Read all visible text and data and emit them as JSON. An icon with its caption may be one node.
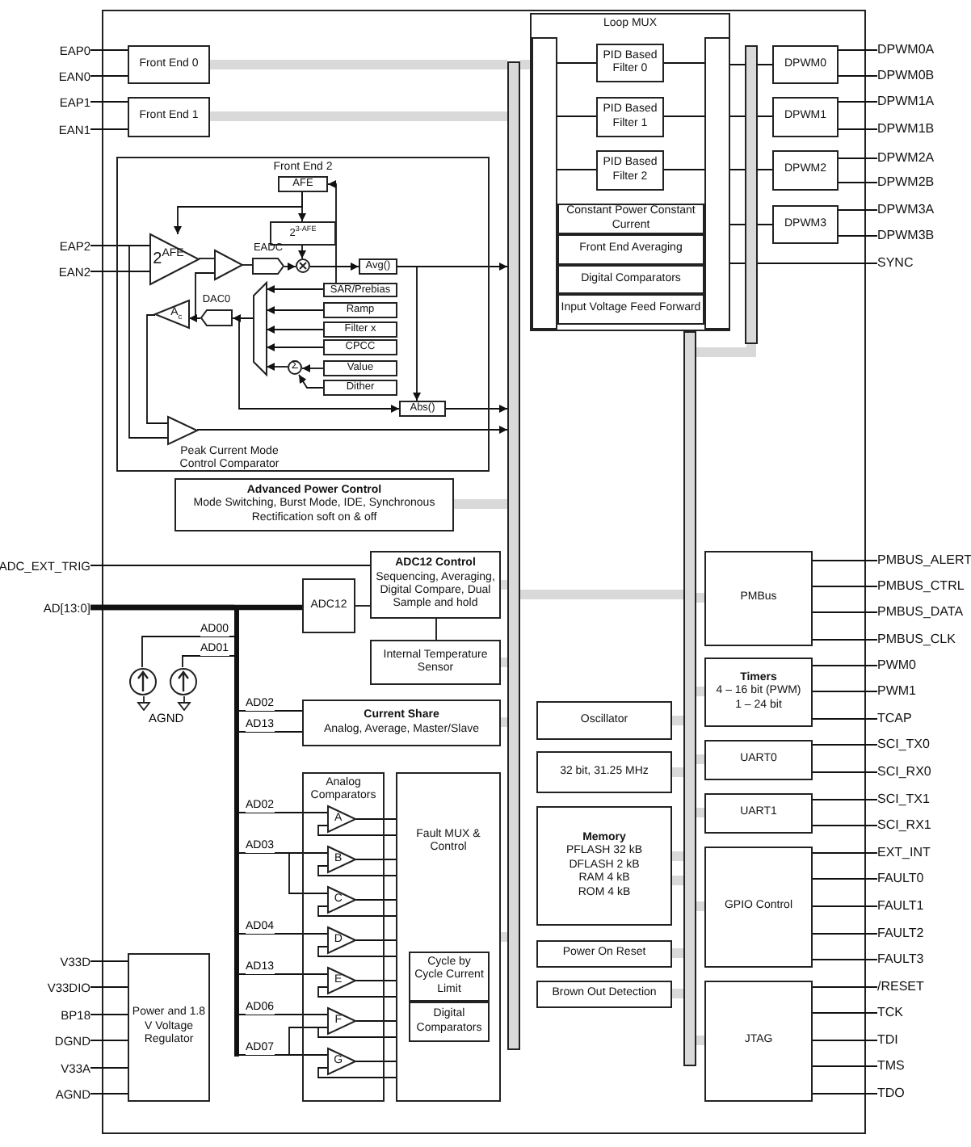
{
  "diagram": {
    "nodes": [
      {
        "text": [
          "EAP0"
        ]
      },
      {
        "text": [
          "EAN0"
        ]
      },
      {
        "text": [
          "EAP1"
        ]
      },
      {
        "text": [
          "EAN1"
        ]
      },
      {
        "text": [
          "Front End 0"
        ]
      },
      {
        "text": [
          "Front End 1"
        ]
      },
      {
        "text": [
          "Front End 2"
        ]
      },
      {
        "text": [
          "AFE"
        ],
        "in": 6
      },
      {
        "text": [
          "2$^{3-AFE}$"
        ],
        "in": 6
      },
      {
        "text": [
          "EAP2"
        ]
      },
      {
        "text": [
          "EAN2"
        ]
      },
      {
        "text": [
          "2$^{AFE}$"
        ],
        "in": 6
      },
      {
        "text": [],
        "shape": "triangle",
        "in": 6
      },
      {
        "text": [
          "EADC"
        ],
        "in": 6
      },
      {
        "text": [],
        "shape": "circle",
        "in": 6
      },
      {
        "text": [
          "Avg()"
        ],
        "in": 6
      },
      {
        "text": [
          "SAR/Prebias"
        ],
        "in": 6
      },
      {
        "text": [
          "Ramp"
        ],
        "in": 6
      },
      {
        "text": [
          "Filter x"
        ],
        "in": 6
      },
      {
        "text": [
          "CPCC"
        ],
        "in": 6
      },
      {
        "text": [
          "Value"
        ],
        "in": 6
      },
      {
        "text": [
          "Dither"
        ],
        "in": 6
      },
      {
        "text": [
          "Σ"
        ],
        "in": 6
      },
      {
        "text": [],
        "shape": "trapezoid",
        "in": 6
      },
      {
        "text": [
          "DAC0"
        ],
        "in": 6
      },
      {
        "text": [
          "A$_{c}$"
        ],
        "in": 6
      },
      {
        "text": [
          "Abs()"
        ],
        "in": 6
      },
      {
        "text": [],
        "shape": "triangle",
        "in": 6,
        "beside": [
          "Peak Current Mode Control Comparator"
        ]
      },
      {
        "text": [
          "Advanced Power Control",
          "Mode Switching, Burst Mode, IDE, Synchronous Rectification soft on & off"
        ]
      },
      {
        "text": [
          "Loop MUX"
        ]
      },
      {
        "text": [],
        "shape": "bar",
        "in": 29
      },
      {
        "text": [
          "PID Based Filter 0"
        ],
        "in": 29
      },
      {
        "text": [
          "PID Based Filter 1"
        ],
        "in": 29
      },
      {
        "text": [
          "PID Based Filter 2"
        ],
        "in": 29
      },
      {
        "text": [],
        "shape": "bar",
        "in": 29
      },
      {
        "text": [
          "Constant Power Constant Current"
        ],
        "in": 29
      },
      {
        "text": [
          "Front End Averaging"
        ],
        "in": 29
      },
      {
        "text": [
          "Digital Comparators"
        ],
        "in": 29
      },
      {
        "text": [
          "Input Voltage Feed Forward"
        ],
        "in": 29
      },
      {
        "text": [],
        "shape": "bar"
      },
      {
        "text": [
          "DPWM0"
        ]
      },
      {
        "text": [
          "DPWM1"
        ]
      },
      {
        "text": [
          "DPWM2"
        ]
      },
      {
        "text": [
          "DPWM3"
        ]
      },
      {
        "text": [
          "DPWM0A"
        ]
      },
      {
        "text": [
          "DPWM0B"
        ]
      },
      {
        "text": [
          "DPWM1A"
        ]
      },
      {
        "text": [
          "DPWM1B"
        ]
      },
      {
        "text": [
          "DPWM2A"
        ]
      },
      {
        "text": [
          "DPWM2B"
        ]
      },
      {
        "text": [
          "DPWM3A"
        ]
      },
      {
        "text": [
          "DPWM3B"
        ]
      },
      {
        "text": [
          "SYNC"
        ]
      },
      {
        "text": [
          "ADC_EXT_TRIG"
        ]
      },
      {
        "text": [
          "AD[13:0]"
        ]
      },
      {
        "text": [
          "ADC12"
        ]
      },
      {
        "text": [
          "ADC12 Control",
          "Sequencing, Averaging, Digital Compare, Dual Sample and hold"
        ]
      },
      {
        "text": [
          "Internal Temperature Sensor"
        ]
      },
      {
        "text": [],
        "shape": "bar"
      },
      {
        "text": [],
        "shape": "circle"
      },
      {
        "text": [],
        "shape": "circle"
      },
      {
        "text": [
          "Current Share",
          "Analog, Average, Master/Slave"
        ]
      },
      {
        "text": [
          "Analog Comparators"
        ]
      },
      {
        "text": [
          "A"
        ],
        "in": 62
      },
      {
        "text": [
          "B"
        ],
        "in": 62
      },
      {
        "text": [
          "C"
        ],
        "in": 62
      },
      {
        "text": [
          "D"
        ],
        "in": 62
      },
      {
        "text": [
          "E"
        ],
        "in": 62
      },
      {
        "text": [
          "F"
        ],
        "in": 62
      },
      {
        "text": [
          "G"
        ],
        "in": 62
      },
      {
        "text": [
          "Fault MUX & Control"
        ]
      },
      {
        "text": [
          "Cycle by Cycle Current Limit"
        ],
        "in": 70
      },
      {
        "text": [
          "Digital Comparators"
        ],
        "in": 70
      },
      {
        "text": [
          "Power and 1.8 V Voltage Regulator"
        ]
      },
      {
        "text": [
          "V33D"
        ]
      },
      {
        "text": [
          "V33DIO"
        ]
      },
      {
        "text": [
          "BP18"
        ]
      },
      {
        "text": [
          "DGND"
        ]
      },
      {
        "text": [
          "V33A"
        ]
      },
      {
        "text": [
          "AGND"
        ]
      },
      {
        "text": [
          "Oscillator"
        ]
      },
      {
        "text": [
          "32 bit, 31.25 MHz"
        ]
      },
      {
        "text": [
          "Memory",
          "PFLASH 32 kB",
          "DFLASH 2 kB",
          "RAM 4 kB",
          "ROM 4 kB"
        ]
      },
      {
        "text": [
          "Power On Reset"
        ]
      },
      {
        "text": [
          "Brown Out Detection"
        ]
      },
      {
        "text": [],
        "shape": "bar"
      },
      {
        "text": [
          "PMBus"
        ]
      },
      {
        "text": [
          "Timers",
          "4 – 16 bit (PWM)",
          "1 – 24 bit"
        ]
      },
      {
        "text": [
          "UART0"
        ]
      },
      {
        "text": [
          "UART1"
        ]
      },
      {
        "text": [
          "GPIO Control"
        ]
      },
      {
        "text": [
          "JTAG"
        ]
      },
      {
        "text": [
          "PMBUS_ALERT"
        ]
      },
      {
        "text": [
          "PMBUS_CTRL"
        ]
      },
      {
        "text": [
          "PMBUS_DATA"
        ]
      },
      {
        "text": [
          "PMBUS_CLK"
        ]
      },
      {
        "text": [
          "PWM0"
        ]
      },
      {
        "text": [
          "PWM1"
        ]
      },
      {
        "text": [
          "TCAP"
        ]
      },
      {
        "text": [
          "SCI_TX0"
        ]
      },
      {
        "text": [
          "SCI_RX0"
        ]
      },
      {
        "text": [
          "SCI_TX1"
        ]
      },
      {
        "text": [
          "SCI_RX1"
        ]
      },
      {
        "text": [
          "EXT_INT"
        ]
      },
      {
        "text": [
          "FAULT0"
        ]
      },
      {
        "text": [
          "FAULT1"
        ]
      },
      {
        "text": [
          "FAULT2"
        ]
      },
      {
        "text": [
          "FAULT3"
        ]
      },
      {
        "text": [
          "/RESET"
        ]
      },
      {
        "text": [
          "TCK"
        ]
      },
      {
        "text": [
          "TDI"
        ]
      },
      {
        "text": [
          "TMS"
        ]
      },
      {
        "text": [
          "TDO"
        ]
      },
      {
        "text": [],
        "shape": "bar"
      }
    ],
    "edges": [
      {
        "from": 0,
        "to": 4,
        "arrow": "none"
      },
      {
        "from": 1,
        "to": 4,
        "arrow": "none"
      },
      {
        "from": 2,
        "to": 5,
        "arrow": "none"
      },
      {
        "from": 3,
        "to": 5,
        "arrow": "none"
      },
      {
        "from": 4,
        "to": 113,
        "arrow": "none",
        "style": "thick",
        "color": "#d9d9d9"
      },
      {
        "from": 5,
        "to": 113,
        "arrow": "none",
        "style": "thick",
        "color": "#d9d9d9"
      },
      {
        "from": 9,
        "to": 11,
        "arrow": "none"
      },
      {
        "from": 10,
        "to": 11,
        "arrow": "none"
      },
      {
        "from": 9,
        "to": 27,
        "arrow": "none"
      },
      {
        "from": 7,
        "to": 11,
        "arrow": "to"
      },
      {
        "from": 7,
        "to": 8,
        "arrow": "to"
      },
      {
        "from": 8,
        "to": 14,
        "arrow": "to"
      },
      {
        "from": 11,
        "to": 12,
        "arrow": "none"
      },
      {
        "from": 12,
        "to": 13,
        "arrow": "none"
      },
      {
        "from": 13,
        "to": 14,
        "arrow": "to"
      },
      {
        "from": 14,
        "to": 15,
        "arrow": "to"
      },
      {
        "from": 14,
        "to": 7,
        "arrow": "to"
      },
      {
        "from": 14,
        "to": 16,
        "arrow": "none"
      },
      {
        "from": 16,
        "to": 23,
        "arrow": "to"
      },
      {
        "from": 17,
        "to": 23,
        "arrow": "to"
      },
      {
        "from": 18,
        "to": 23,
        "arrow": "to"
      },
      {
        "from": 19,
        "to": 23,
        "arrow": "to"
      },
      {
        "from": 22,
        "to": 23,
        "arrow": "to"
      },
      {
        "from": 20,
        "to": 22,
        "arrow": "to"
      },
      {
        "from": 21,
        "to": 22,
        "arrow": "to"
      },
      {
        "from": 23,
        "to": 24,
        "arrow": "to"
      },
      {
        "from": 24,
        "to": 25,
        "arrow": "to"
      },
      {
        "from": 24,
        "to": 12,
        "arrow": "none"
      },
      {
        "from": 23,
        "to": 26,
        "arrow": "to"
      },
      {
        "from": 15,
        "to": 26,
        "arrow": "to"
      },
      {
        "from": 15,
        "to": 113,
        "arrow": "to"
      },
      {
        "from": 26,
        "to": 113,
        "arrow": "to"
      },
      {
        "from": 27,
        "to": 113,
        "arrow": "to"
      },
      {
        "from": 25,
        "to": 27,
        "arrow": "none"
      },
      {
        "from": 28,
        "to": 113,
        "arrow": "none",
        "style": "thick",
        "color": "#d9d9d9"
      },
      {
        "from": 113,
        "to": 30,
        "arrow": "none",
        "style": "thick",
        "color": "#d9d9d9"
      },
      {
        "from": 30,
        "to": 31,
        "arrow": "none"
      },
      {
        "from": 31,
        "to": 34,
        "arrow": "none"
      },
      {
        "from": 30,
        "to": 32,
        "arrow": "none"
      },
      {
        "from": 32,
        "to": 34,
        "arrow": "none"
      },
      {
        "from": 30,
        "to": 33,
        "arrow": "none"
      },
      {
        "from": 33,
        "to": 34,
        "arrow": "none"
      },
      {
        "from": 34,
        "to": 40,
        "arrow": "none"
      },
      {
        "from": 34,
        "to": 41,
        "arrow": "none"
      },
      {
        "from": 34,
        "to": 42,
        "arrow": "none"
      },
      {
        "from": 34,
        "to": 43,
        "arrow": "none"
      },
      {
        "from": 34,
        "to": 52,
        "arrow": "none"
      },
      {
        "from": 40,
        "to": 44,
        "arrow": "none"
      },
      {
        "from": 40,
        "to": 45,
        "arrow": "none"
      },
      {
        "from": 41,
        "to": 46,
        "arrow": "none"
      },
      {
        "from": 41,
        "to": 47,
        "arrow": "none"
      },
      {
        "from": 42,
        "to": 48,
        "arrow": "none"
      },
      {
        "from": 42,
        "to": 49,
        "arrow": "none"
      },
      {
        "from": 43,
        "to": 50,
        "arrow": "none"
      },
      {
        "from": 43,
        "to": 51,
        "arrow": "none"
      },
      {
        "from": 39,
        "to": 85,
        "arrow": "none",
        "style": "thick",
        "color": "#d9d9d9"
      },
      {
        "from": 53,
        "to": 56,
        "arrow": "none"
      },
      {
        "from": 54,
        "to": 55,
        "arrow": "none",
        "style": "thick"
      },
      {
        "from": 54,
        "to": 58,
        "arrow": "none",
        "style": "thick"
      },
      {
        "from": 55,
        "to": 56,
        "arrow": "none"
      },
      {
        "from": 56,
        "to": 57,
        "arrow": "none"
      },
      {
        "from": 56,
        "to": 113,
        "arrow": "none",
        "style": "thick",
        "color": "#d9d9d9"
      },
      {
        "from": 57,
        "to": 113,
        "arrow": "none",
        "style": "thick",
        "color": "#d9d9d9"
      },
      {
        "from": 58,
        "to": 59,
        "arrow": "none",
        "label": "AD00"
      },
      {
        "from": 58,
        "to": 60,
        "arrow": "none",
        "label": "AD01"
      },
      {
        "from": 58,
        "to": 61,
        "arrow": "none",
        "label": "AD02"
      },
      {
        "from": 58,
        "to": 61,
        "arrow": "none",
        "label": "AD13"
      },
      {
        "from": 61,
        "to": 113,
        "arrow": "none",
        "style": "thick",
        "color": "#d9d9d9"
      },
      {
        "from": 58,
        "to": 63,
        "arrow": "none",
        "label": "AD02"
      },
      {
        "from": 58,
        "to": 64,
        "arrow": "none",
        "label": "AD03"
      },
      {
        "from": 58,
        "to": 65,
        "arrow": "none"
      },
      {
        "from": 58,
        "to": 66,
        "arrow": "none",
        "label": "AD04"
      },
      {
        "from": 58,
        "to": 67,
        "arrow": "none",
        "label": "AD13"
      },
      {
        "from": 58,
        "to": 68,
        "arrow": "none",
        "label": "AD06"
      },
      {
        "from": 58,
        "to": 69,
        "arrow": "none",
        "label": "AD07"
      },
      {
        "from": 58,
        "to": 68,
        "arrow": "none"
      },
      {
        "from": 63,
        "to": 70,
        "arrow": "none"
      },
      {
        "from": 64,
        "to": 70,
        "arrow": "none"
      },
      {
        "from": 65,
        "to": 70,
        "arrow": "none"
      },
      {
        "from": 66,
        "to": 70,
        "arrow": "none"
      },
      {
        "from": 67,
        "to": 70,
        "arrow": "none"
      },
      {
        "from": 68,
        "to": 70,
        "arrow": "none"
      },
      {
        "from": 69,
        "to": 70,
        "arrow": "none"
      },
      {
        "from": 70,
        "to": 63,
        "arrow": "none"
      },
      {
        "from": 70,
        "to": 64,
        "arrow": "none"
      },
      {
        "from": 70,
        "to": 65,
        "arrow": "none"
      },
      {
        "from": 70,
        "to": 66,
        "arrow": "none"
      },
      {
        "from": 70,
        "to": 67,
        "arrow": "none"
      },
      {
        "from": 70,
        "to": 68,
        "arrow": "none"
      },
      {
        "from": 70,
        "to": 69,
        "arrow": "none"
      },
      {
        "from": 70,
        "to": 113,
        "arrow": "none",
        "style": "thick",
        "color": "#d9d9d9"
      },
      {
        "from": 74,
        "to": 73,
        "arrow": "none"
      },
      {
        "from": 75,
        "to": 73,
        "arrow": "none"
      },
      {
        "from": 76,
        "to": 73,
        "arrow": "none"
      },
      {
        "from": 77,
        "to": 73,
        "arrow": "none"
      },
      {
        "from": 78,
        "to": 73,
        "arrow": "none"
      },
      {
        "from": 79,
        "to": 73,
        "arrow": "none"
      },
      {
        "from": 113,
        "to": 85,
        "arrow": "none",
        "style": "thick",
        "color": "#d9d9d9"
      },
      {
        "from": 80,
        "to": 85,
        "arrow": "none",
        "style": "thick",
        "color": "#d9d9d9"
      },
      {
        "from": 81,
        "to": 85,
        "arrow": "none",
        "style": "thick",
        "color": "#d9d9d9"
      },
      {
        "from": 82,
        "to": 85,
        "arrow": "none",
        "style": "thick",
        "color": "#d9d9d9"
      },
      {
        "from": 82,
        "to": 85,
        "arrow": "none",
        "style": "thick",
        "color": "#d9d9d9"
      },
      {
        "from": 83,
        "to": 85,
        "arrow": "none",
        "style": "thick",
        "color": "#d9d9d9"
      },
      {
        "from": 84,
        "to": 85,
        "arrow": "none",
        "style": "thick",
        "color": "#d9d9d9"
      },
      {
        "from": 85,
        "to": 86,
        "arrow": "none",
        "style": "thick",
        "color": "#d9d9d9"
      },
      {
        "from": 85,
        "to": 87,
        "arrow": "none",
        "style": "thick",
        "color": "#d9d9d9"
      },
      {
        "from": 85,
        "to": 88,
        "arrow": "none",
        "style": "thick",
        "color": "#d9d9d9"
      },
      {
        "from": 85,
        "to": 89,
        "arrow": "none",
        "style": "thick",
        "color": "#d9d9d9"
      },
      {
        "from": 85,
        "to": 90,
        "arrow": "none",
        "style": "thick",
        "color": "#d9d9d9"
      },
      {
        "from": 85,
        "to": 91,
        "arrow": "none",
        "style": "thick",
        "color": "#d9d9d9"
      },
      {
        "from": 86,
        "to": 92,
        "arrow": "none"
      },
      {
        "from": 86,
        "to": 93,
        "arrow": "none"
      },
      {
        "from": 86,
        "to": 94,
        "arrow": "none"
      },
      {
        "from": 86,
        "to": 95,
        "arrow": "none"
      },
      {
        "from": 87,
        "to": 96,
        "arrow": "none"
      },
      {
        "from": 87,
        "to": 97,
        "arrow": "none"
      },
      {
        "from": 87,
        "to": 98,
        "arrow": "none"
      },
      {
        "from": 88,
        "to": 99,
        "arrow": "none"
      },
      {
        "from": 88,
        "to": 100,
        "arrow": "none"
      },
      {
        "from": 89,
        "to": 101,
        "arrow": "none"
      },
      {
        "from": 89,
        "to": 102,
        "arrow": "none"
      },
      {
        "from": 90,
        "to": 103,
        "arrow": "none"
      },
      {
        "from": 90,
        "to": 104,
        "arrow": "none"
      },
      {
        "from": 90,
        "to": 105,
        "arrow": "none"
      },
      {
        "from": 90,
        "to": 106,
        "arrow": "none"
      },
      {
        "from": 90,
        "to": 107,
        "arrow": "none"
      },
      {
        "from": 91,
        "to": 108,
        "arrow": "none"
      },
      {
        "from": 91,
        "to": 109,
        "arrow": "none"
      },
      {
        "from": 91,
        "to": 110,
        "arrow": "none"
      },
      {
        "from": 91,
        "to": 111,
        "arrow": "none"
      },
      {
        "from": 91,
        "to": 112,
        "arrow": "none"
      }
    ],
    "labels": [
      "AGND"
    ]
  }
}
